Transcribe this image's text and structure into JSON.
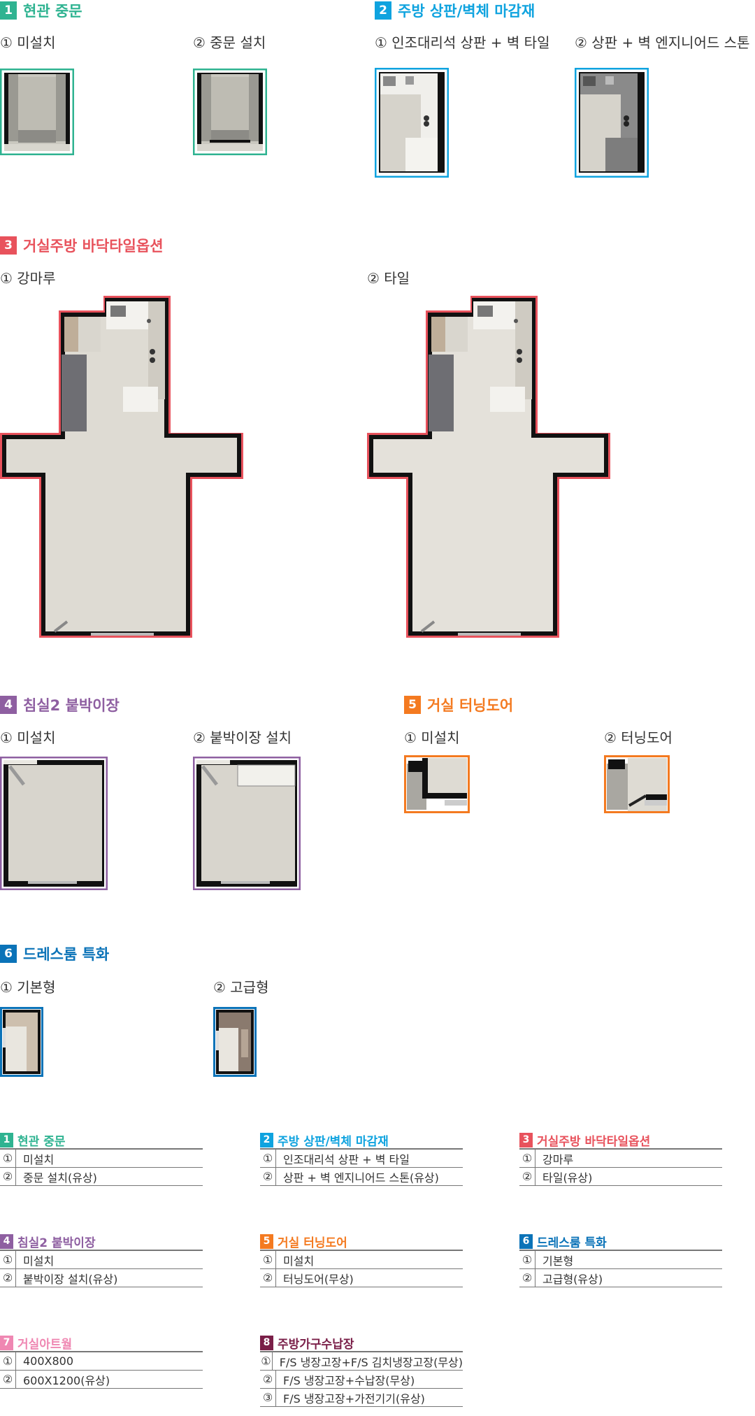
{
  "colors": {
    "s1": "#2fb391",
    "s2": "#0fa3df",
    "s3": "#e8525c",
    "s4": "#8e5fa1",
    "s5": "#f47a20",
    "s6": "#0b73b8",
    "s7": "#ef87b2",
    "s8": "#7a1f48"
  },
  "sections": [
    {
      "num": "1",
      "title": "현관 중문",
      "options": [
        "① 미설치",
        "② 중문 설치"
      ]
    },
    {
      "num": "2",
      "title": "주방 상판/벽체 마감재",
      "options": [
        "① 인조대리석 상판 + 벽 타일",
        "② 상판 + 벽 엔지니어드 스톤"
      ]
    },
    {
      "num": "3",
      "title": "거실주방 바닥타일옵션",
      "options": [
        "① 강마루",
        "② 타일"
      ]
    },
    {
      "num": "4",
      "title": "침실2 붙박이장",
      "options": [
        "① 미설치",
        "② 붙박이장 설치"
      ]
    },
    {
      "num": "5",
      "title": "거실 터닝도어",
      "options": [
        "① 미설치",
        "② 터닝도어"
      ]
    },
    {
      "num": "6",
      "title": "드레스룸 특화",
      "options": [
        "① 기본형",
        "② 고급형"
      ]
    }
  ],
  "summary": [
    {
      "num": "1",
      "title": "현관 중문",
      "rows": [
        [
          "①",
          "미설치"
        ],
        [
          "②",
          "중문 설치(유상)"
        ]
      ]
    },
    {
      "num": "2",
      "title": "주방 상판/벽체 마감재",
      "rows": [
        [
          "①",
          "인조대리석 상판 + 벽 타일"
        ],
        [
          "②",
          "상판 + 벽 엔지니어드 스톤(유상)"
        ]
      ]
    },
    {
      "num": "3",
      "title": "거실주방 바닥타일옵션",
      "rows": [
        [
          "①",
          "강마루"
        ],
        [
          "②",
          "타일(유상)"
        ]
      ]
    },
    {
      "num": "4",
      "title": "침실2 붙박이장",
      "rows": [
        [
          "①",
          "미설치"
        ],
        [
          "②",
          "붙박이장 설치(유상)"
        ]
      ]
    },
    {
      "num": "5",
      "title": "거실 터닝도어",
      "rows": [
        [
          "①",
          "미설치"
        ],
        [
          "②",
          "터닝도어(무상)"
        ]
      ]
    },
    {
      "num": "6",
      "title": "드레스룸 특화",
      "rows": [
        [
          "①",
          "기본형"
        ],
        [
          "②",
          "고급형(유상)"
        ]
      ]
    },
    {
      "num": "7",
      "title": "거실아트월",
      "rows": [
        [
          "①",
          "400X800"
        ],
        [
          "②",
          "600X1200(유상)"
        ]
      ]
    },
    {
      "num": "8",
      "title": "주방가구수납장",
      "rows": [
        [
          "①",
          "F/S 냉장고장+F/S 김치냉장고장(무상)"
        ],
        [
          "②",
          "F/S 냉장고장+수납장(무상)"
        ],
        [
          "③",
          "F/S 냉장고장+가전기기(유상)"
        ]
      ]
    }
  ]
}
